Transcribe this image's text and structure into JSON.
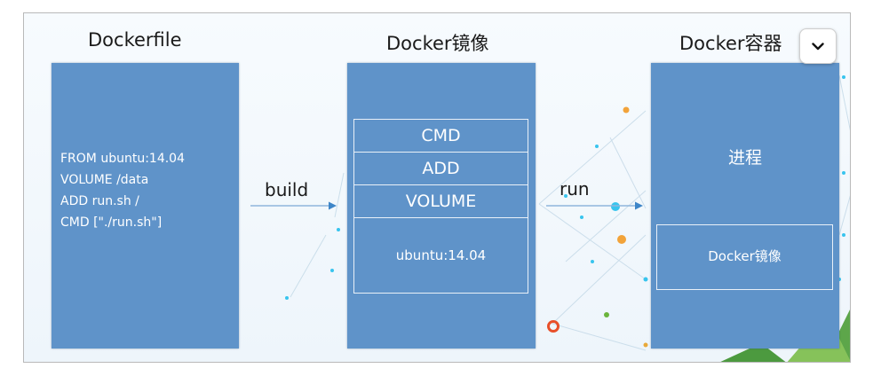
{
  "headings": {
    "dockerfile": "Dockerfile",
    "image": "Docker镜像",
    "container": "Docker容器"
  },
  "dockerfile": {
    "lines": [
      "FROM ubuntu:14.04",
      "VOLUME /data",
      "ADD run.sh /",
      "CMD [\"./run.sh\"]"
    ]
  },
  "image_layers": [
    "CMD",
    "ADD",
    "VOLUME",
    "ubuntu:14.04"
  ],
  "container": {
    "process": "进程",
    "inner_image": "Docker镜像"
  },
  "arrows": {
    "build": "build",
    "run": "run"
  },
  "colors": {
    "box": "#5f93c9",
    "accent_node": "#f2a33a",
    "cyan_node": "#38c4ee",
    "green_node": "#6bb43c"
  },
  "icons": {
    "collapse": "chevron-down-icon"
  }
}
